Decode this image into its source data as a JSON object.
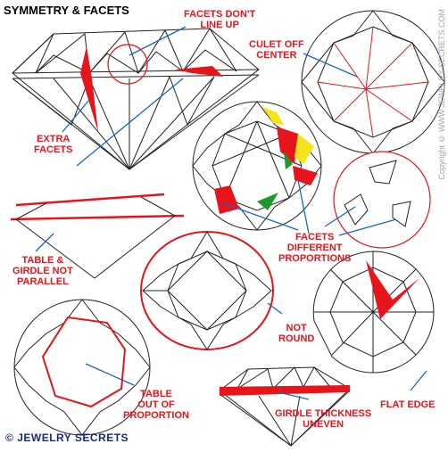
{
  "title": "SYMMETRY & FACETS",
  "watermark_logo": "JEWELRY SECRETS",
  "watermark_copyright": "Copyright © WWW.JEWELRY-SECRETS.COM",
  "labels": {
    "facets_dont_line_up": [
      "FACETS DON'T",
      "LINE UP"
    ],
    "culet_off_center": [
      "CULET OFF",
      "CENTER"
    ],
    "extra_facets": [
      "EXTRA",
      "FACETS"
    ],
    "facets_different_proportions": [
      "FACETS",
      "DIFFERENT",
      "PROPORTIONS"
    ],
    "table_girdle_not_parallel": [
      "TABLE  &",
      "GIRDLE NOT",
      "PARALLEL"
    ],
    "not_round": [
      "NOT",
      "ROUND"
    ],
    "table_out_of_proportion": [
      "TABLE",
      "OUT OF",
      "PROPORTION"
    ],
    "flat_edge": [
      "FLAT EDGE"
    ],
    "girdle_thickness_uneven": [
      "GIRDLE THICKNESS",
      "UNEVEN"
    ]
  },
  "colors": {
    "accent_red": "#e8141b",
    "leader_blue": "#1a64c8",
    "highlight_yellow": "#f4e41c",
    "highlight_green": "#1a9a2a",
    "line_dark": "#222222"
  }
}
